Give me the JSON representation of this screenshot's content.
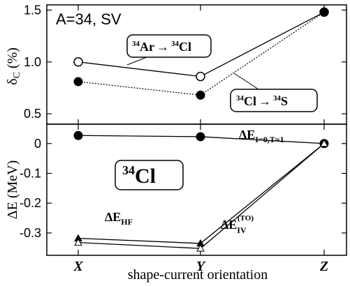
{
  "chart_data": [
    {
      "type": "line",
      "panel_label": "A=34, SV",
      "ylabel_main": "δ",
      "ylabel_sub": "C",
      "ylabel_unit": " (%)",
      "categories": [
        "X",
        "Y",
        "Z"
      ],
      "ylim": [
        0.4,
        1.55
      ],
      "yticks": [
        0.5,
        1.0,
        1.5
      ],
      "ytick_labels": [
        "0.5",
        "1.0",
        "1.5"
      ],
      "series": [
        {
          "name": "34Ar → 34Cl",
          "values": [
            1.0,
            0.86,
            1.48
          ],
          "marker": "open-circle",
          "line": "solid",
          "color": "#000000"
        },
        {
          "name": "34Cl → 34S",
          "values": [
            0.81,
            0.68,
            1.48
          ],
          "marker": "filled-circle",
          "line": "dotted",
          "color": "#000000"
        }
      ]
    },
    {
      "type": "line",
      "ylabel": "ΔE (MeV)",
      "xlabel": "shape-current orientation",
      "categories": [
        "X",
        "Y",
        "Z"
      ],
      "ylim": [
        -0.375,
        0.065
      ],
      "yticks": [
        0,
        -0.1,
        -0.2,
        -0.3
      ],
      "ytick_labels": [
        "0",
        "-0.1",
        "-0.2",
        "-0.3"
      ],
      "nucleus_label": "34Cl",
      "series": [
        {
          "name": "ΔE I=0,T=1",
          "values": [
            0.027,
            0.023,
            0.0
          ],
          "marker": "filled-circle",
          "line": "solid",
          "color": "#000000"
        },
        {
          "name": "ΔE HF",
          "values": [
            -0.318,
            -0.335,
            0.0
          ],
          "marker": "filled-triangle",
          "line": "solid",
          "color": "#000000"
        },
        {
          "name": "ΔE IV (TO)",
          "values": [
            -0.332,
            -0.352,
            0.0
          ],
          "marker": "open-triangle",
          "line": "solid",
          "color": "#000000"
        }
      ]
    }
  ],
  "annotations": {
    "ar_mass": "34",
    "ar_symbol": "Ar",
    "arrow": "→",
    "cl_mass": "34",
    "cl_symbol": "Cl",
    "s_mass": "34",
    "s_symbol": "S",
    "nucleus_mass": "34",
    "nucleus_symbol": "Cl",
    "de_delta": "ΔE",
    "de_t_sub": "I=0,T=1",
    "de_hf_sub": "HF",
    "de_iv_sub": "IV",
    "de_iv_sup": "(TO)"
  }
}
